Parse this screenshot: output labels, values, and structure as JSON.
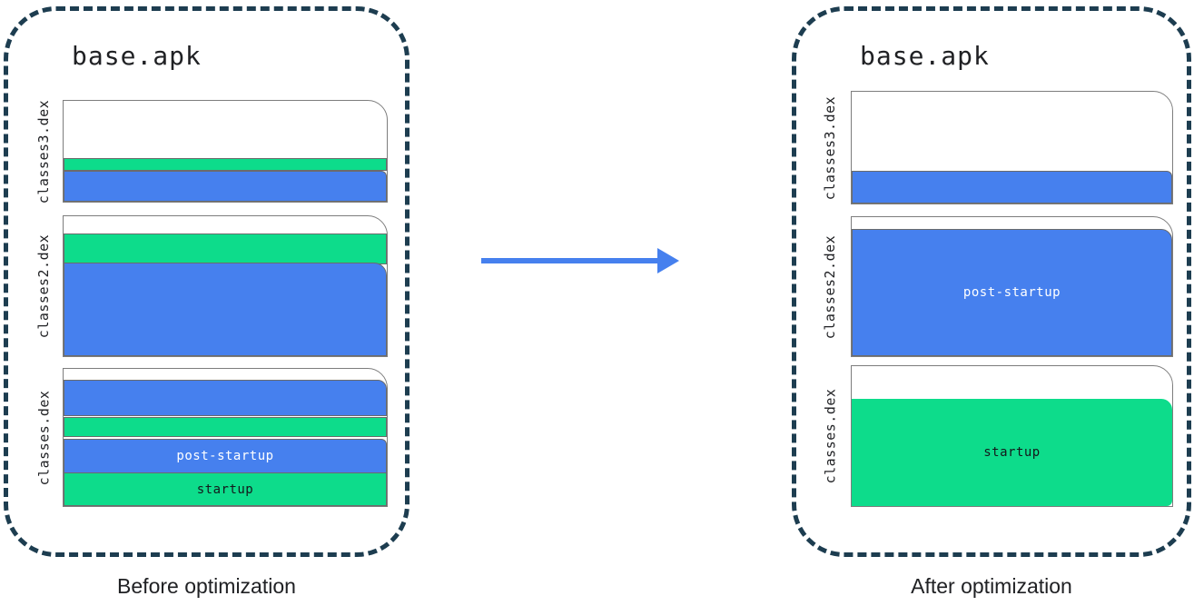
{
  "diagram": {
    "before": {
      "title": "base.apk",
      "caption": "Before optimization",
      "files": [
        {
          "name": "classes3.dex"
        },
        {
          "name": "classes2.dex"
        },
        {
          "name": "classes.dex",
          "post_startup_label": "post-startup",
          "startup_label": "startup"
        }
      ]
    },
    "after": {
      "title": "base.apk",
      "caption": "After optimization",
      "files": [
        {
          "name": "classes3.dex"
        },
        {
          "name": "classes2.dex",
          "post_startup_label": "post-startup"
        },
        {
          "name": "classes.dex",
          "startup_label": "startup"
        }
      ]
    },
    "colors": {
      "startup_green": "#0ddc8b",
      "post_startup_blue": "#4680ee",
      "container_dash": "#1d3d50",
      "page_border": "#7d7d7d"
    }
  }
}
